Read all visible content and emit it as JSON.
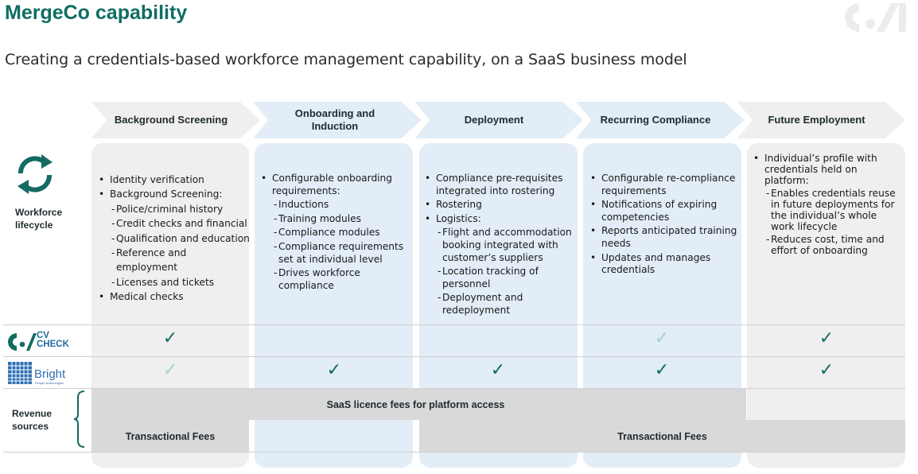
{
  "header": {
    "title": "MergeCo capability",
    "subtitle": "Creating a credentials-based workforce management capability, on a SaaS business model",
    "logo_icon": "cvcheck-logo-icon"
  },
  "stages": [
    {
      "label": "Background Screening"
    },
    {
      "label": "Onboarding and Induction"
    },
    {
      "label": "Deployment"
    },
    {
      "label": "Recurring Compliance"
    },
    {
      "label": "Future Employment"
    }
  ],
  "rows": {
    "workforce_label": "Workforce lifecycle",
    "workforce_icon": "refresh-cycle-icon",
    "cvcheck_label_line1": "CV",
    "cvcheck_label_line2": "CHECK",
    "bright_label": "Bright",
    "bright_tagline": "People technologies",
    "revenue_label": "Revenue sources"
  },
  "columns": {
    "background": {
      "items": [
        {
          "text": "Identity verification",
          "level": 0
        },
        {
          "text": "Background Screening:",
          "level": 0
        },
        {
          "text": "Police/criminal history",
          "level": 1
        },
        {
          "text": "Credit checks and financial",
          "level": 1
        },
        {
          "text": "Qualification and education",
          "level": 1
        },
        {
          "text": "Reference and employment",
          "level": 1
        },
        {
          "text": "Licenses and tickets",
          "level": 1
        },
        {
          "text": "Medical checks",
          "level": 0
        }
      ]
    },
    "onboarding": {
      "items": [
        {
          "text": "Configurable onboarding requirements:",
          "level": 0
        },
        {
          "text": "Inductions",
          "level": 1
        },
        {
          "text": "Training modules",
          "level": 1
        },
        {
          "text": "Compliance modules",
          "level": 1
        },
        {
          "text": "Compliance requirements set at individual level",
          "level": 1
        },
        {
          "text": "Drives workforce compliance",
          "level": 1
        }
      ]
    },
    "deployment": {
      "items": [
        {
          "text": "Compliance pre-requisites integrated into rostering",
          "level": 0
        },
        {
          "text": "Rostering",
          "level": 0
        },
        {
          "text": "Logistics:",
          "level": 0
        },
        {
          "text": "Flight and accommodation booking integrated with customer’s suppliers",
          "level": 1
        },
        {
          "text": "Location tracking of personnel",
          "level": 1
        },
        {
          "text": "Deployment and redeployment",
          "level": 1
        }
      ]
    },
    "recurring": {
      "items": [
        {
          "text": "Configurable re-compliance requirements",
          "level": 0
        },
        {
          "text": "Notifications of expiring competencies",
          "level": 0
        },
        {
          "text": "Reports anticipated training needs",
          "level": 0
        },
        {
          "text": "Updates and manages credentials",
          "level": 0
        }
      ]
    },
    "future": {
      "items": [
        {
          "text": "Individual’s profile with credentials held on platform:",
          "level": 0
        },
        {
          "text": "Enables credentials reuse in future deployments for the individual’s whole work lifecycle",
          "level": 1
        },
        {
          "text": "Reduces cost, time and effort of onboarding",
          "level": 1
        }
      ]
    }
  },
  "checks": {
    "cvcheck": [
      "dark",
      "none",
      "none",
      "light",
      "dark"
    ],
    "bright": [
      "light",
      "dark",
      "dark",
      "dark",
      "dark"
    ],
    "symbol": "✓"
  },
  "revenue": {
    "saas": "SaaS licence fees for platform access",
    "transactional_left": "Transactional Fees",
    "transactional_right": "Transactional Fees"
  },
  "colors": {
    "brand_teal": "#0f6e63",
    "check_dark": "#136b61",
    "check_light": "#a6d3cc",
    "grey_panel": "#efefef",
    "blue_panel": "#e2edf7"
  }
}
